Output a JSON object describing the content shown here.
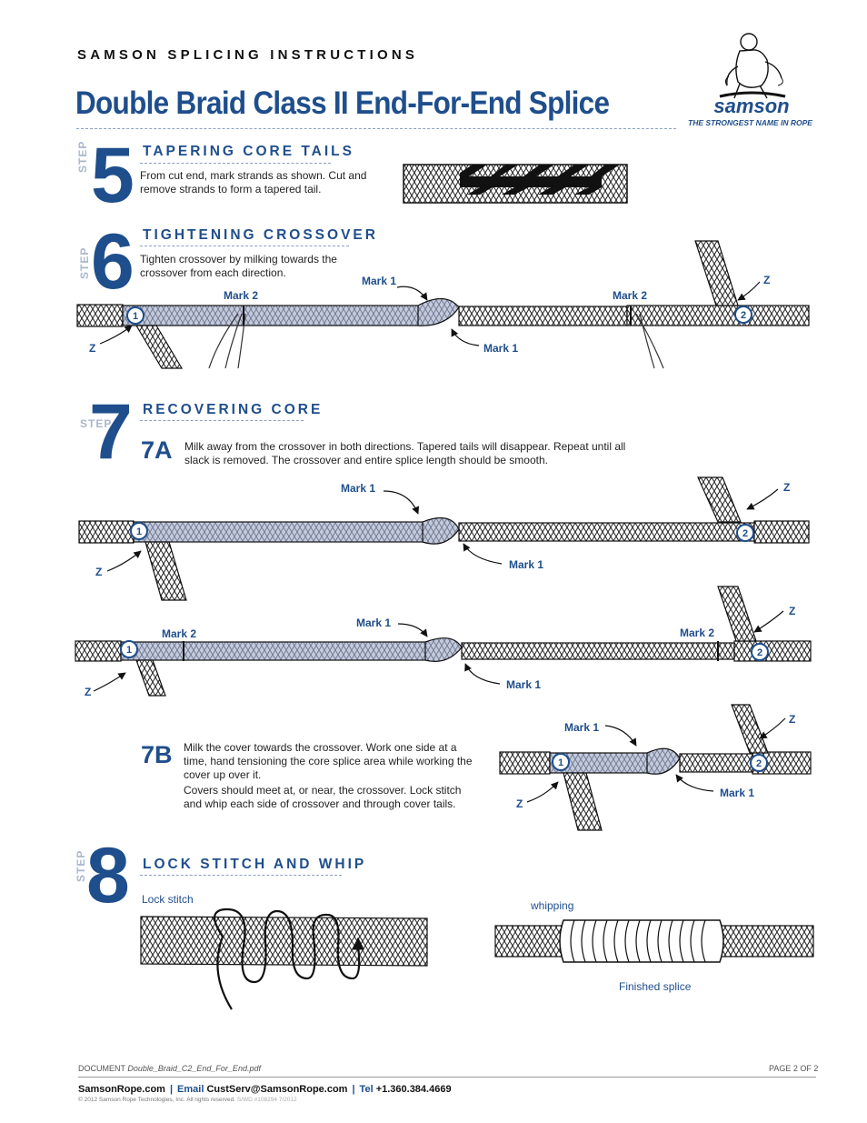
{
  "header": {
    "series_title": "SAMSON SPLICING INSTRUCTIONS",
    "main_title": "Double Braid Class II End-For-End Splice",
    "brand_name": "samson",
    "tagline": "THE STRONGEST NAME IN ROPE",
    "logo_icon": "rope-worker-logo-icon"
  },
  "steps": {
    "step_word": "STEP",
    "s5": {
      "number": "5",
      "title": "TAPERING CORE TAILS",
      "text": "From cut end, mark strands as shown. Cut and remove strands to form a tapered tail."
    },
    "s6": {
      "number": "6",
      "title": "TIGHTENING CROSSOVER",
      "text": "Tighten crossover by milking towards the crossover from each direction.",
      "labels": {
        "mark1_top": "Mark 1",
        "mark1_bottom": "Mark 1",
        "mark2_left": "Mark 2",
        "mark2_right": "Mark 2",
        "z_left": "Z",
        "z_right": "Z",
        "circle1": "1",
        "circle2": "2"
      }
    },
    "s7": {
      "number": "7",
      "title": "RECOVERING CORE",
      "a_label": "7A",
      "a_text": "Milk away from the crossover in both directions. Tapered tails will disappear. Repeat until all slack is removed. The crossover and entire splice length should be smooth.",
      "a1_labels": {
        "mark1_top": "Mark 1",
        "mark1_bottom": "Mark 1",
        "z_left": "Z",
        "z_right": "Z",
        "circle1": "1",
        "circle2": "2"
      },
      "a2_labels": {
        "mark1_top": "Mark 1",
        "mark1_bottom": "Mark 1",
        "mark2_left": "Mark 2",
        "mark2_right": "Mark 2",
        "z_left": "Z",
        "z_right": "Z",
        "circle1": "1",
        "circle2": "2"
      },
      "b_label": "7B",
      "b_text1": "Milk the cover towards the crossover.  Work one side at a time, hand tensioning the core splice area while working the cover up over it.",
      "b_text2": "Covers should meet at, or near, the crossover. Lock stitch and whip each side of crossover and through cover tails.",
      "b_labels": {
        "mark1_top": "Mark 1",
        "mark1_bottom": "Mark 1",
        "z_left": "Z",
        "z_right": "Z",
        "circle1": "1",
        "circle2": "2"
      }
    },
    "s8": {
      "number": "8",
      "title": "LOCK STITCH AND WHIP",
      "lock_stitch": "Lock stitch",
      "whipping": "whipping",
      "finished": "Finished splice"
    }
  },
  "footer": {
    "doc_label": "DOCUMENT",
    "doc_name": "Double_Braid_C2_End_For_End.pdf",
    "page": "PAGE 2 OF 2",
    "website": "SamsonRope.com",
    "email_label": "Email",
    "email": "CustServ@SamsonRope.com",
    "tel_label": "Tel",
    "tel": "+1.360.384.4669",
    "copyright": "© 2012 Samson Rope Technologies, Inc.  All rights reserved.",
    "doc_code": "S/WD #108294 7/2012"
  },
  "colors": {
    "accent": "#1f4e8c",
    "step_gray": "#a9b7cc",
    "rope_fill": "#c4cadb"
  }
}
